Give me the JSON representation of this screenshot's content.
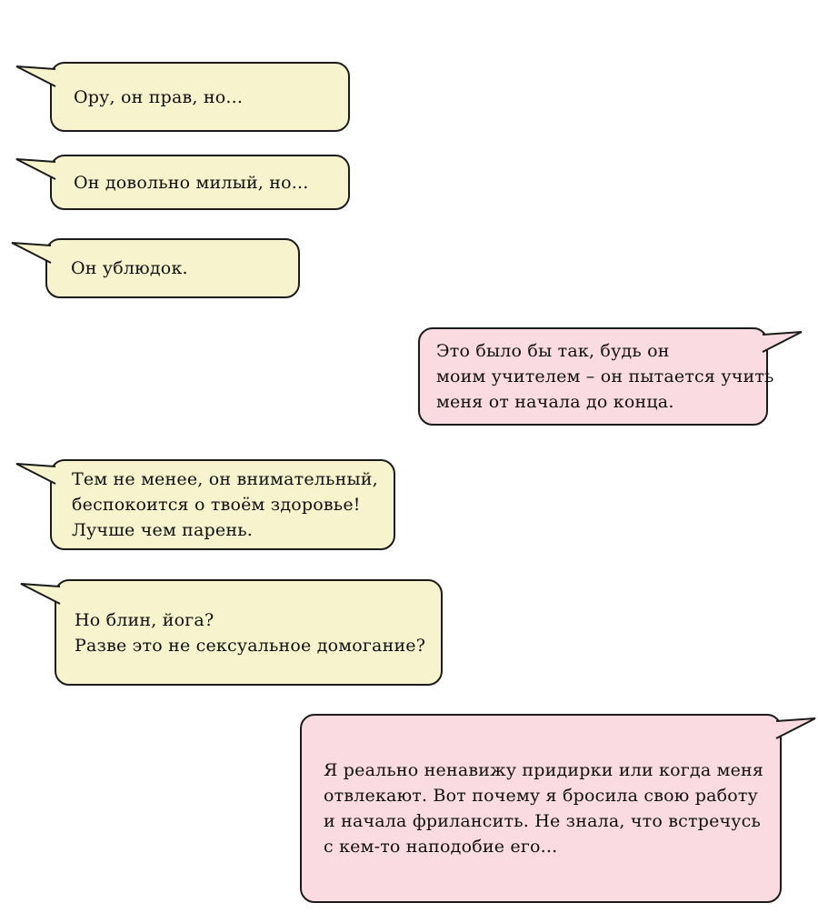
{
  "chat": {
    "messages": [
      {
        "side": "left",
        "text": "Ору, он прав, но..."
      },
      {
        "side": "left",
        "text": "Он довольно милый, но..."
      },
      {
        "side": "left",
        "text": "Он ублюдок."
      },
      {
        "side": "right",
        "text": "Это было бы так, будь он\nмоим учителем – он пытается учить\nменя от начала до конца."
      },
      {
        "side": "left",
        "text": "Тем не менее, он внимательный,\nбеспокоится о твоём здоровье!\nЛучше чем парень."
      },
      {
        "side": "left",
        "text": "Но блин, йога?\nРазве это не сексуальное домогание?"
      },
      {
        "side": "right",
        "text": "Я реально ненавижу придирки или когда меня\nотвлекают. Вот почему я бросила свою работу\nи начала фрилансить. Не знала, что встречусь\nс кем-то наподобие его..."
      }
    ],
    "colors": {
      "left_bubble": "#f7f3cd",
      "right_bubble": "#fadbe1",
      "border": "#1b1b1b",
      "background": "#ffffff",
      "text": "#101010"
    }
  }
}
